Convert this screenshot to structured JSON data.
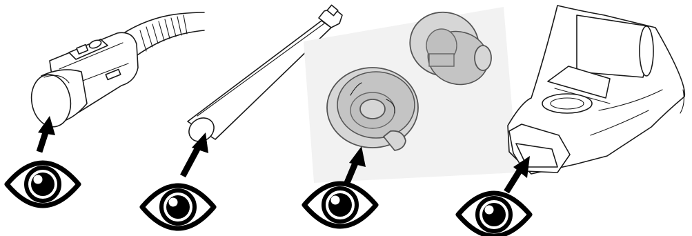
{
  "diagram": {
    "panels": [
      {
        "id": "hose-handle",
        "icon": "eye-icon",
        "arrow": "arrow-up-right"
      },
      {
        "id": "extension-wand",
        "icon": "eye-icon",
        "arrow": "arrow-up-right"
      },
      {
        "id": "nozzle-caps",
        "icon": "eye-icon",
        "arrow": "arrow-up-right"
      },
      {
        "id": "base-inlet",
        "icon": "eye-icon",
        "arrow": "arrow-up-right"
      }
    ],
    "colors": {
      "ink": "#000000",
      "part_grey": "#d6d6d6",
      "panel_bg": "#f2f2f2"
    }
  }
}
